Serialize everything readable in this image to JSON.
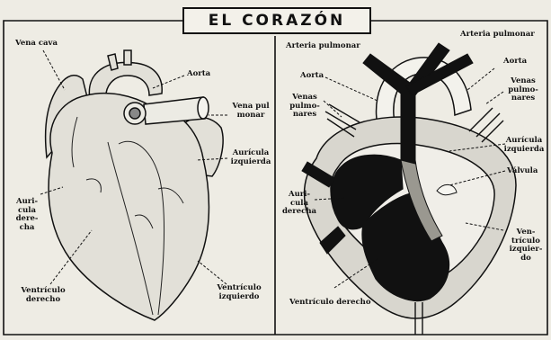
{
  "title": "EL CORAZÓN",
  "exterior_labels": {
    "vena_cava": "Vena cava",
    "aorta": "Aorta",
    "vena_pulmonar": "Vena pul\nmonar",
    "auricula_izquierda": "Aurícula\nizquierda",
    "auricula_derecha": "Auri-\ncula\ndere-\ncha",
    "ventriculo_derecho": "Ventrículo\nderecho",
    "ventriculo_izquierdo": "Ventrículo\nizquierdo"
  },
  "section_labels": {
    "arteria_pulmonar_left": "Arteria pulmonar",
    "arteria_pulmonar_right": "Arteria pulmonar",
    "aorta_left": "Aorta",
    "aorta_right": "Aorta",
    "venas_pulmonares_left": "Venas\npulmo-\nnares",
    "venas_pulmonares_right": "Venas\npulmo-\nnares",
    "auricula_izquierda": "Aurícula\nizquierda",
    "valvula": "Válvula",
    "auricula_derecha": "Auri-\ncula\nderecha",
    "ventriculo_izquierdo": "Ven-\ntrículo\nizquier-\ndo",
    "ventriculo_derecho": "Ventrículo derecho"
  }
}
